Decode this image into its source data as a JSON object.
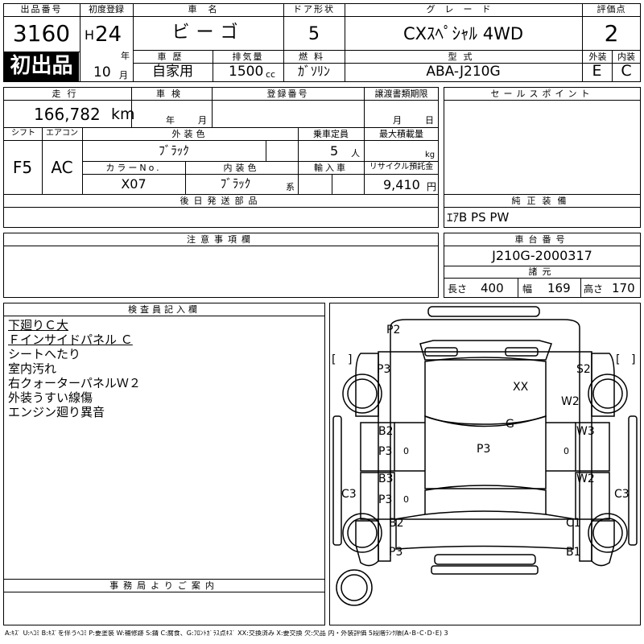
{
  "top": {
    "lot_label": "出品番号",
    "lot_number": "3160",
    "first_listing": "初出品",
    "first_reg_label": "初度登録",
    "era": "H",
    "year": "24",
    "year_unit": "年",
    "month": "10",
    "month_unit": "月",
    "car_name_label": "車名",
    "car_name": "ビーゴ",
    "door_label": "ドア形状",
    "doors": "5",
    "grade_label": "グレード",
    "grade": "CXｽﾍﾟｼｬﾙ 4WD",
    "score_label": "評価点",
    "score": "2",
    "history_label": "車歴",
    "history": "自家用",
    "displacement_label": "排気量",
    "displacement": "1500",
    "displacement_unit": "cc",
    "fuel_label": "燃料",
    "fuel": "ｶﾞｿﾘﾝ",
    "model_label": "型式",
    "model": "ABA-J210G",
    "exterior_label": "外装",
    "exterior_grade": "E",
    "interior_label": "内装",
    "interior_grade": "C"
  },
  "mid": {
    "mileage_label": "走行",
    "mileage": "166,782",
    "mileage_unit": "km",
    "inspection_label": "車検",
    "year_unit": "年",
    "month_unit": "月",
    "reg_number_label": "登録番号",
    "transfer_label": "譲渡書類期限",
    "day_unit": "日",
    "shift_label": "シフト",
    "shift": "F5",
    "ac_label": "エアコン",
    "ac": "AC",
    "ext_color_label": "外装色",
    "ext_color": "ﾌﾞﾗｯｸ",
    "capacity_label": "乗車定員",
    "capacity": "5",
    "capacity_unit": "人",
    "max_load_label": "最大積載量",
    "max_load_unit": "kg",
    "color_no_label": "カラーNo.",
    "color_no": "X07",
    "int_color_label": "内装色",
    "int_color": "ﾌﾞﾗｯｸ",
    "int_color_unit": "系",
    "import_label": "輸入車",
    "recycle_label": "リサイクル預託金",
    "recycle_fee": "9,410",
    "recycle_unit": "円",
    "later_parts_label": "後日発送部品",
    "sales_points_label": "セールスポイント",
    "equipment_label": "純正装備",
    "equipment": "ｴｱB PS PW",
    "caution_label": "注意事項欄",
    "chassis_label": "車台番号",
    "chassis": "J210G-2000317",
    "specs_label": "諸元",
    "length_label": "長さ",
    "length": "400",
    "width_label": "幅",
    "width": "169",
    "height_label": "高さ",
    "height": "170"
  },
  "inspector": {
    "label": "検査員記入欄",
    "notes": [
      {
        "text": "下廻りＣ大",
        "underline": true
      },
      {
        "text": "Ｆインサイドパネル Ｃ",
        "underline": true
      },
      {
        "text": "シートへたり",
        "underline": false
      },
      {
        "text": "室内汚れ",
        "underline": false
      },
      {
        "text": "右クォーターパネルＷ２",
        "underline": false
      },
      {
        "text": "外装うすい線傷",
        "underline": false
      },
      {
        "text": "エンジン廻り異音",
        "underline": false
      }
    ],
    "office_label": "事務局よりご案内"
  },
  "diagram": {
    "marks": [
      "P2",
      "P3",
      "XX",
      "S2",
      "W2",
      "B2",
      "P3",
      "G",
      "W3",
      "P3",
      "B3",
      "W2",
      "P3",
      "C3",
      "C3",
      "B2",
      "C1",
      "P3",
      "B1",
      "0",
      "0",
      "0"
    ],
    "brackets": [
      "[",
      "]",
      "[",
      "]"
    ]
  },
  "legend": "A:ｷｽﾞ U:ﾍｺﾐ B:ｷｽﾞを伴うﾍｺﾐ P:要塗装 W:補修跡 S:錆 C:腐食、G:ﾌﾛﾝﾄｶﾞﾗｽ点ｷｽﾞ XX:交換済み X:要交換 欠:欠品 内・外装評価 5段階ﾗﾝｸ順(A･B･C･D･E) 3"
}
